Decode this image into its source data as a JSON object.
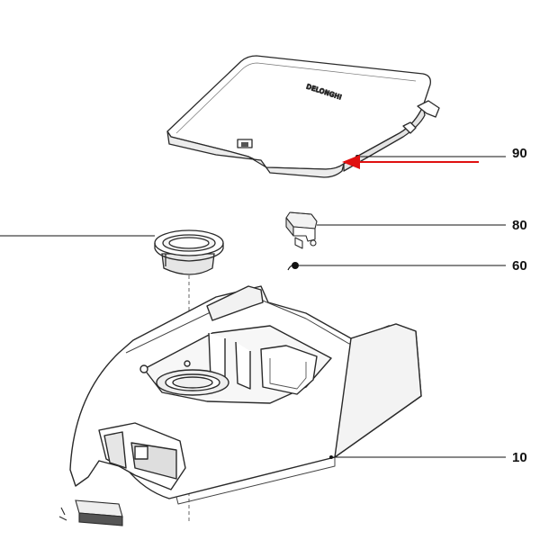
{
  "diagram": {
    "brand_mark": "DELONGHI",
    "colors": {
      "line": "#2a2a2a",
      "leader": "#111111",
      "arrow": "#e01010",
      "fill": "#ffffff",
      "shade": "#e9e9e9"
    },
    "callouts": [
      {
        "id": "90",
        "label": "90"
      },
      {
        "id": "80",
        "label": "80"
      },
      {
        "id": "60",
        "label": "60"
      },
      {
        "id": "10",
        "label": "10"
      }
    ]
  }
}
